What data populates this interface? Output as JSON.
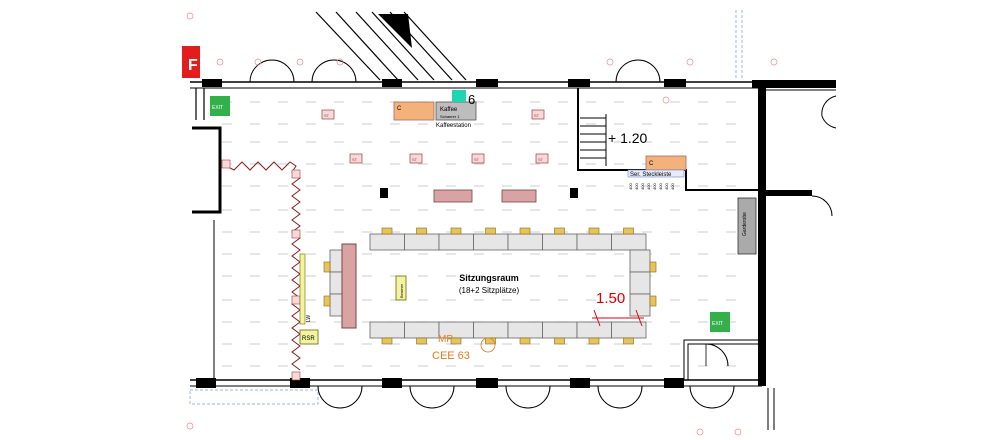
{
  "labels": {
    "room_title": "Sitzungsraum",
    "room_capacity": "(18+2 Sitzplätze)",
    "coffee": "Kaffee",
    "coffee_sub": "Schaerer 1",
    "coffee_station": "Kaffeestation",
    "counter_number": "6",
    "stage_height": "+ 1.20",
    "socket_strip": "Ser. Steckleiste",
    "dimension": "1.50",
    "cee_top": "MP",
    "cee_bottom": "CEE 63",
    "rsr": "RSR",
    "st": "ST",
    "c": "C",
    "beamer": "Beamer",
    "lw": "LW",
    "garderobe": "Garderobe",
    "socket_values": [
      "400",
      "400",
      "400",
      "400",
      "400",
      "400",
      "400",
      "400"
    ],
    "exit_sign": "EXIT"
  },
  "colors": {
    "wall": "#000000",
    "chair_fill": "#e6c35c",
    "chair_stroke": "#8a6a10",
    "table_fill": "#e6e6e6",
    "table_stroke": "#666666",
    "st_fill": "#f7d9d9",
    "st_stroke": "#a33a3a",
    "cable": "#8a1c1c",
    "counter_fill": "#f2b27a",
    "exit_green": "#34b04a",
    "dimension_red": "#e00000",
    "grid_line": "#999999",
    "stage_table": "#d9a3a3",
    "cee_orange": "#e07b1a",
    "cyan_box": "#1ed6b0",
    "red_marker": "#e31c1c",
    "blue_dash": "#9fb7e8"
  }
}
